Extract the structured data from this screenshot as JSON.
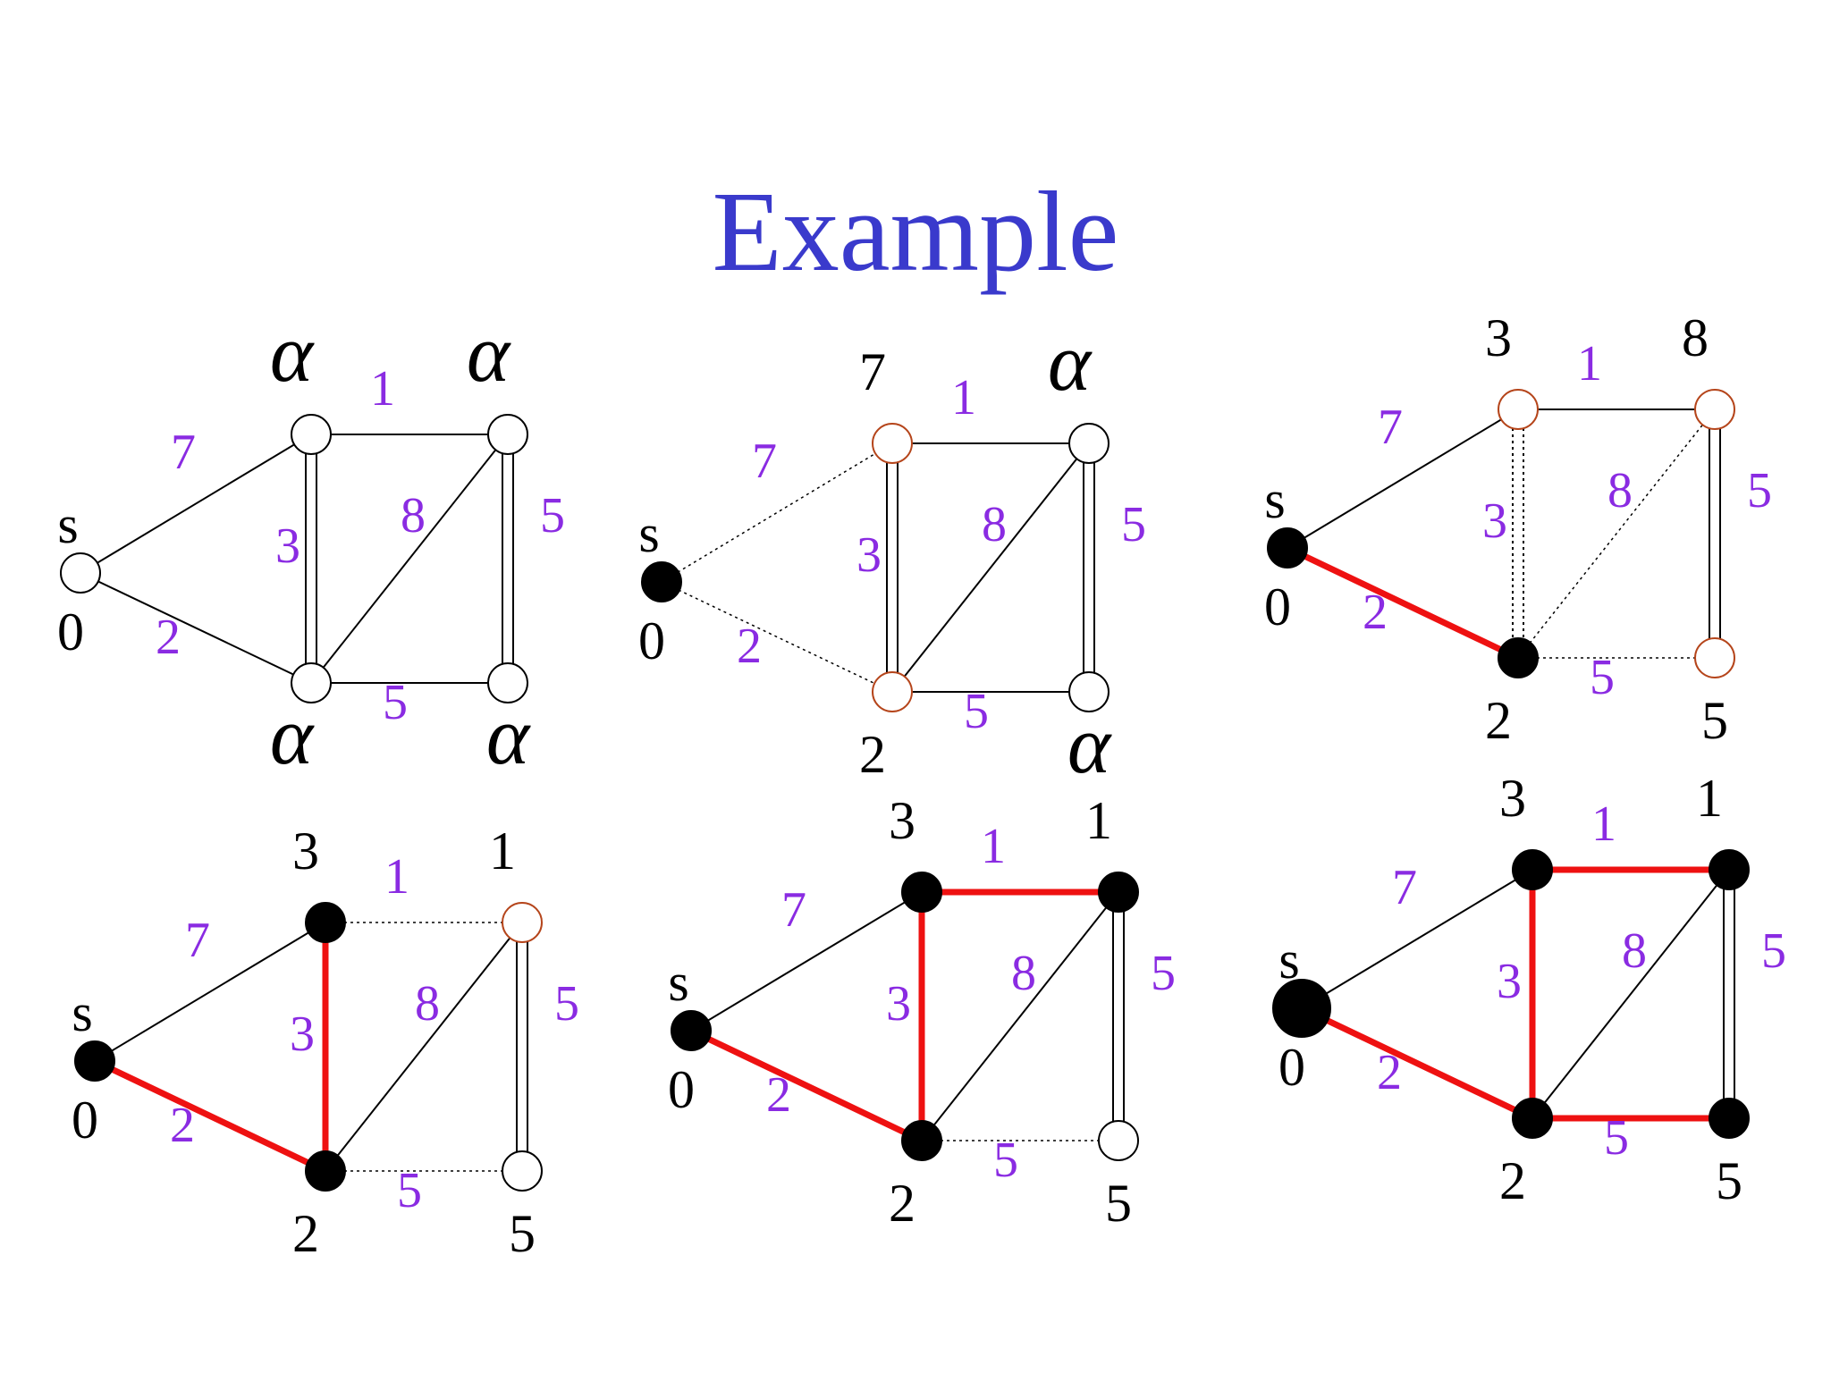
{
  "title": "Example",
  "colors": {
    "title": "#3a3acc",
    "weight": "#8a2be2",
    "tree_edge": "#ee1111",
    "fringe_node": "#b5451b",
    "visited_node": "#000000",
    "unvisited_node": "#ffffff"
  },
  "source_label": "s",
  "panels": [
    {
      "step": 1,
      "node_states": {
        "s": "unvisited",
        "a": "unvisited",
        "b": "unvisited",
        "c": "unvisited",
        "d": "unvisited"
      },
      "distances": {
        "s": "0",
        "a": "α",
        "b": "α",
        "c": "α",
        "d": "α"
      },
      "edges": [
        {
          "from": "s",
          "to": "a",
          "weight": "7",
          "state": "normal"
        },
        {
          "from": "s",
          "to": "b",
          "weight": "2",
          "state": "normal"
        },
        {
          "from": "a",
          "to": "c",
          "weight": "1",
          "state": "normal"
        },
        {
          "from": "a",
          "to": "b",
          "weight": "3",
          "state": "normal"
        },
        {
          "from": "b",
          "to": "c",
          "weight": "8",
          "state": "normal"
        },
        {
          "from": "b",
          "to": "d",
          "weight": "5",
          "state": "normal"
        },
        {
          "from": "c",
          "to": "d",
          "weight": "5",
          "state": "normal"
        }
      ]
    },
    {
      "step": 2,
      "node_states": {
        "s": "visited",
        "a": "fringe",
        "b": "fringe",
        "c": "unvisited",
        "d": "unvisited"
      },
      "distances": {
        "s": "0",
        "a": "7",
        "b": "2",
        "c": "α",
        "d": "α"
      },
      "edges": [
        {
          "from": "s",
          "to": "a",
          "weight": "7",
          "state": "dotted"
        },
        {
          "from": "s",
          "to": "b",
          "weight": "2",
          "state": "dotted"
        },
        {
          "from": "a",
          "to": "c",
          "weight": "1",
          "state": "normal"
        },
        {
          "from": "a",
          "to": "b",
          "weight": "3",
          "state": "normal"
        },
        {
          "from": "b",
          "to": "c",
          "weight": "8",
          "state": "normal"
        },
        {
          "from": "b",
          "to": "d",
          "weight": "5",
          "state": "normal"
        },
        {
          "from": "c",
          "to": "d",
          "weight": "5",
          "state": "normal"
        }
      ]
    },
    {
      "step": 3,
      "node_states": {
        "s": "visited",
        "a": "fringe",
        "b": "visited",
        "c": "fringe",
        "d": "fringe"
      },
      "distances": {
        "s": "0",
        "a": "3",
        "b": "2",
        "c": "8",
        "d": "5"
      },
      "edges": [
        {
          "from": "s",
          "to": "a",
          "weight": "7",
          "state": "normal"
        },
        {
          "from": "s",
          "to": "b",
          "weight": "2",
          "state": "tree"
        },
        {
          "from": "a",
          "to": "c",
          "weight": "1",
          "state": "normal"
        },
        {
          "from": "a",
          "to": "b",
          "weight": "3",
          "state": "dotted"
        },
        {
          "from": "b",
          "to": "c",
          "weight": "8",
          "state": "dotted"
        },
        {
          "from": "b",
          "to": "d",
          "weight": "5",
          "state": "dotted"
        },
        {
          "from": "c",
          "to": "d",
          "weight": "5",
          "state": "normal"
        }
      ]
    },
    {
      "step": 4,
      "node_states": {
        "s": "visited",
        "a": "visited",
        "b": "visited",
        "c": "fringe",
        "d": "unvisited"
      },
      "distances": {
        "s": "0",
        "a": "3",
        "b": "2",
        "c": "1",
        "d": "5"
      },
      "edges": [
        {
          "from": "s",
          "to": "a",
          "weight": "7",
          "state": "normal"
        },
        {
          "from": "s",
          "to": "b",
          "weight": "2",
          "state": "tree"
        },
        {
          "from": "a",
          "to": "c",
          "weight": "1",
          "state": "dotted"
        },
        {
          "from": "a",
          "to": "b",
          "weight": "3",
          "state": "tree"
        },
        {
          "from": "b",
          "to": "c",
          "weight": "8",
          "state": "normal"
        },
        {
          "from": "b",
          "to": "d",
          "weight": "5",
          "state": "dotted"
        },
        {
          "from": "c",
          "to": "d",
          "weight": "5",
          "state": "normal"
        }
      ]
    },
    {
      "step": 5,
      "node_states": {
        "s": "visited",
        "a": "visited",
        "b": "visited",
        "c": "visited",
        "d": "unvisited"
      },
      "distances": {
        "s": "0",
        "a": "3",
        "b": "2",
        "c": "1",
        "d": "5"
      },
      "edges": [
        {
          "from": "s",
          "to": "a",
          "weight": "7",
          "state": "normal"
        },
        {
          "from": "s",
          "to": "b",
          "weight": "2",
          "state": "tree"
        },
        {
          "from": "a",
          "to": "c",
          "weight": "1",
          "state": "tree"
        },
        {
          "from": "a",
          "to": "b",
          "weight": "3",
          "state": "tree"
        },
        {
          "from": "b",
          "to": "c",
          "weight": "8",
          "state": "normal"
        },
        {
          "from": "b",
          "to": "d",
          "weight": "5",
          "state": "dotted"
        },
        {
          "from": "c",
          "to": "d",
          "weight": "5",
          "state": "normal"
        }
      ]
    },
    {
      "step": 6,
      "node_states": {
        "s": "visited",
        "a": "visited",
        "b": "visited",
        "c": "visited",
        "d": "visited"
      },
      "distances": {
        "s": "0",
        "a": "3",
        "b": "2",
        "c": "1",
        "d": "5"
      },
      "edges": [
        {
          "from": "s",
          "to": "a",
          "weight": "7",
          "state": "normal"
        },
        {
          "from": "s",
          "to": "b",
          "weight": "2",
          "state": "tree"
        },
        {
          "from": "a",
          "to": "c",
          "weight": "1",
          "state": "tree"
        },
        {
          "from": "a",
          "to": "b",
          "weight": "3",
          "state": "tree"
        },
        {
          "from": "b",
          "to": "c",
          "weight": "8",
          "state": "normal"
        },
        {
          "from": "b",
          "to": "d",
          "weight": "5",
          "state": "tree"
        },
        {
          "from": "c",
          "to": "d",
          "weight": "5",
          "state": "normal"
        }
      ]
    }
  ]
}
